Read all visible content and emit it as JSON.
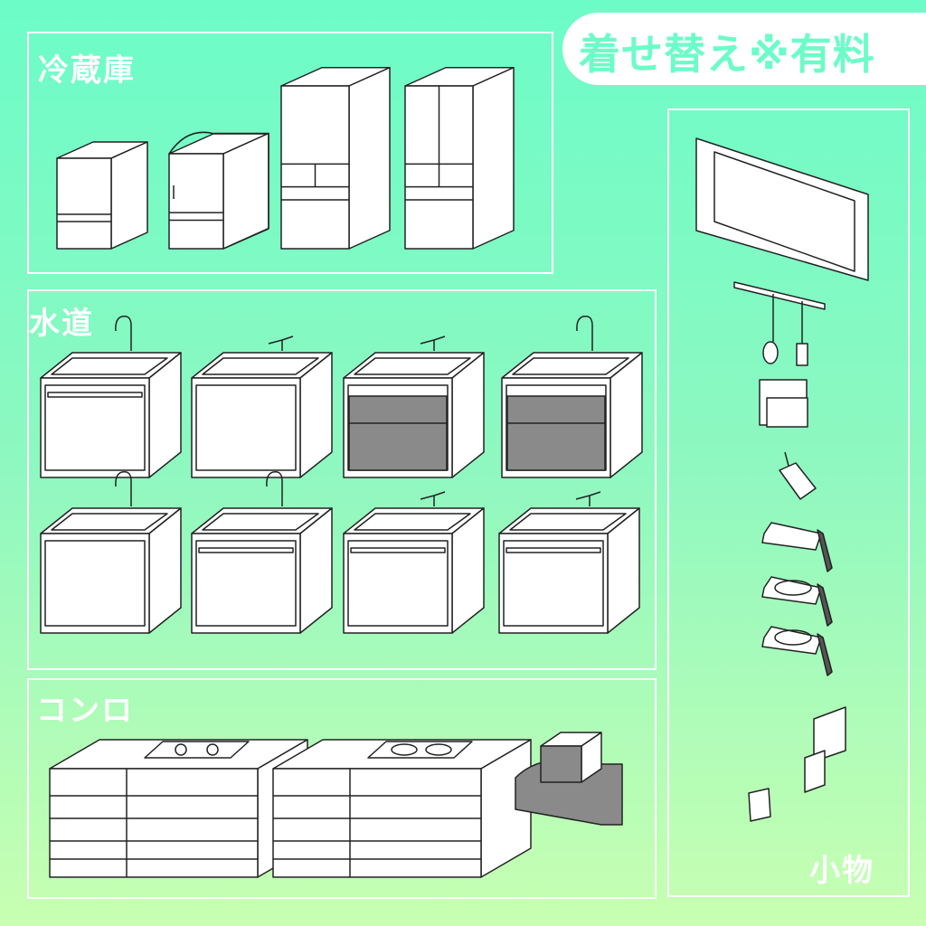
{
  "badge": {
    "text": "着せ替え※有料"
  },
  "sections": {
    "fridge": {
      "label": "冷蔵庫"
    },
    "sink": {
      "label": "水道"
    },
    "stove": {
      "label": "コンロ"
    },
    "small": {
      "label": "小物"
    }
  },
  "colors": {
    "bg_top": "#6cfcc8",
    "bg_bottom": "#c8ffb2",
    "line": "#222222",
    "panel": "#8a8a8a"
  }
}
